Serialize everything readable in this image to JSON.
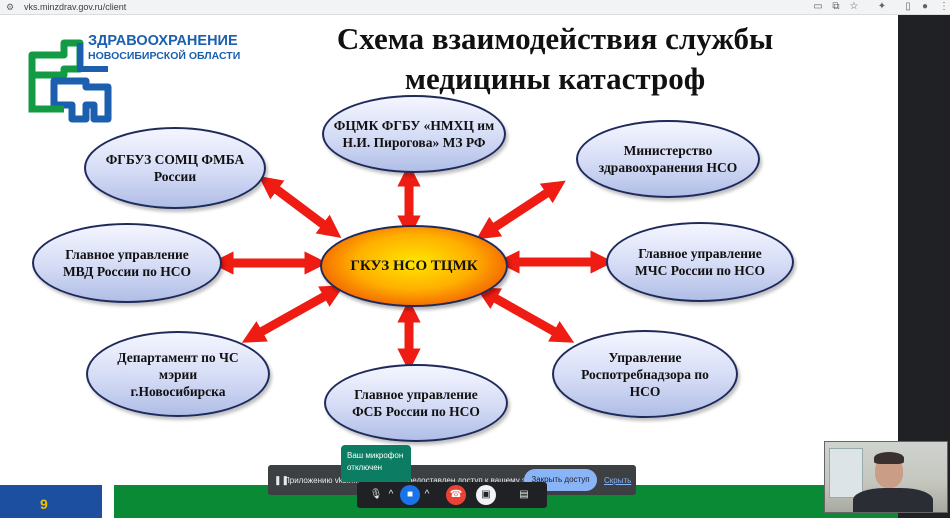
{
  "browser": {
    "url": "vks.minzdrav.gov.ru/client"
  },
  "logo": {
    "line1": "ЗДРАВООХРАНЕНИЕ",
    "line2": "НОВОСИБИРСКОЙ ОБЛАСТИ",
    "colors": {
      "green": "#129a44",
      "blue": "#1b5fae"
    }
  },
  "slide": {
    "title_line1": "Схема взаимодействия службы",
    "title_line2": "медицины катастроф",
    "center": "ГКУЗ НСО ТЦМК",
    "nodes": {
      "fmba_l1": "ФГБУЗ СОМЦ ФМБА",
      "fmba_l2": "России",
      "fcmk_l1": "ФЦМК ФГБУ «НМХЦ им",
      "fcmk_l2": "Н.И. Пирогова» МЗ РФ",
      "minzdrav_l1": "Министерство",
      "minzdrav_l2": "здравоохранения НСО",
      "mvd_l1": "Главное управление",
      "mvd_l2": "МВД России по НСО",
      "mchs_l1": "Главное управление",
      "mchs_l2": "МЧС России по НСО",
      "dept_l1": "Департамент по ЧС",
      "dept_l2": "мэрии",
      "dept_l3": "г.Новосибирска",
      "fsb_l1": "Главное управление",
      "fsb_l2": "ФСБ России по НСО",
      "rpn_l1": "Управление",
      "rpn_l2": "Роспотребнадзора по",
      "rpn_l3": "НСО"
    },
    "page_number": "9",
    "colors": {
      "arrow": "#ee1c12",
      "footer_blue": "#1c4fa0",
      "footer_green": "#0b8a36"
    }
  },
  "share": {
    "text": "Приложению vks.minzdrav.g...ru предоставлен доступ к вашему экрану.",
    "close_label": "Закрыть доступ",
    "hide_label": "Скрыть"
  },
  "tooltip": {
    "line1": "Ваш микрофон",
    "line2": "отключен"
  },
  "controls": [
    "mic-off-icon",
    "camera-icon",
    "hangup-icon",
    "pip-icon",
    "present-icon"
  ]
}
